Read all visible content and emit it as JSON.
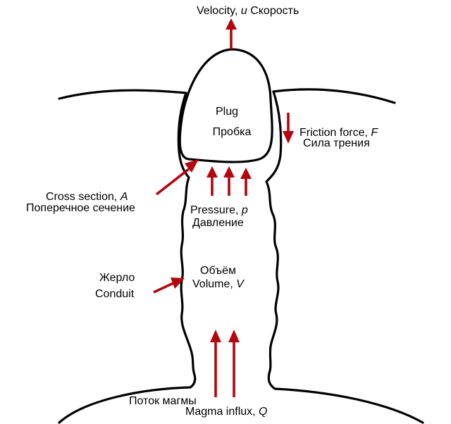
{
  "labels": {
    "velocity": "Velocity, ",
    "velocity_sym": "u",
    "velocity_ru": " Скорость",
    "plug": "Plug",
    "plug_ru": "Пробка",
    "friction": "Friction force, ",
    "friction_sym": "F",
    "friction_ru": "Сила трения",
    "cross_section": "Cross section, ",
    "cross_section_sym": "A",
    "cross_section_ru": "Поперечное сечение",
    "pressure": "Pressure, ",
    "pressure_sym": "p",
    "pressure_ru": "Давление",
    "volume_ru": "Объём",
    "volume": "Volume, ",
    "volume_sym": "V",
    "conduit_ru": "Жерло",
    "conduit": "Conduit",
    "magma_ru": "Поток магмы",
    "magma": "Magma influx, ",
    "magma_sym": "Q"
  },
  "colors": {
    "arrow": "#b3050e",
    "outline": "#000000",
    "background": "#ffffff"
  }
}
